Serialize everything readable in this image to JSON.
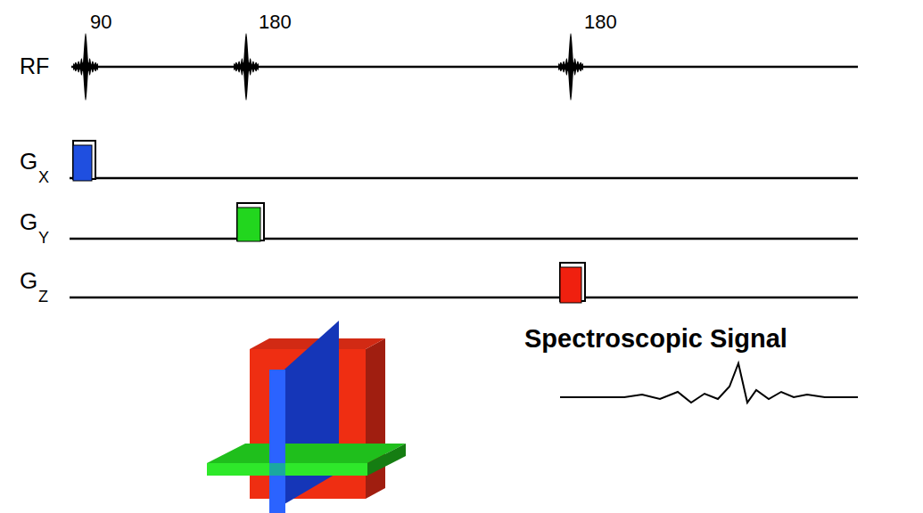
{
  "diagram": {
    "labels": [
      "90",
      "180",
      "180",
      "RF",
      "G",
      "X",
      "G",
      "Y",
      "G",
      "Z",
      "Spectroscopic Signal"
    ]
  }
}
